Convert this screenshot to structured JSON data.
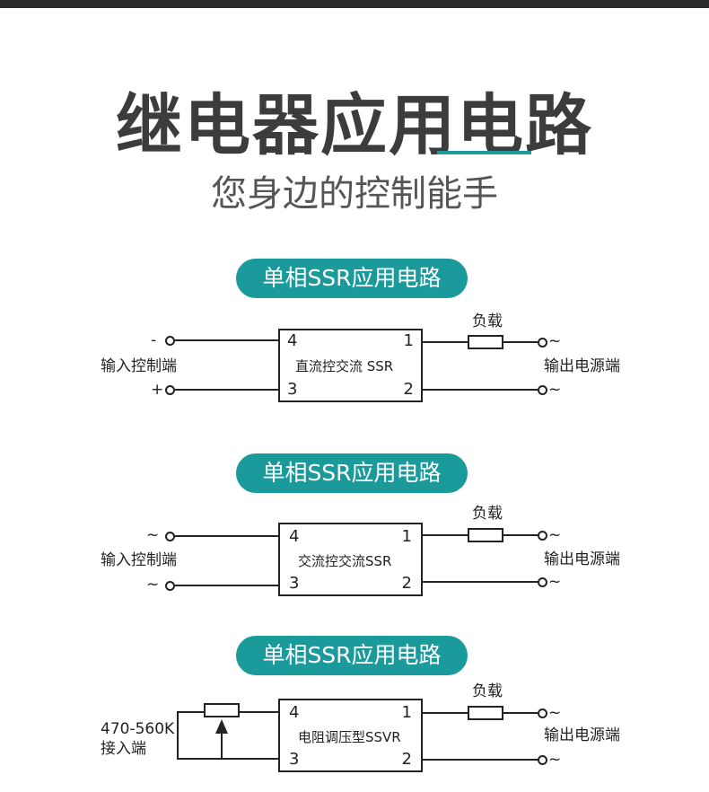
{
  "header": {
    "title": "继电器应用电路",
    "subtitle": "您身边的控制能手",
    "accent_color": "#1a9a9a"
  },
  "circuits": [
    {
      "heading": "单相SSR应用电路",
      "input_label": "输入控制端",
      "input_top": "-",
      "input_bottom": "+",
      "module_label": "直流控交流 SSR",
      "pin_4": "4",
      "pin_1": "1",
      "pin_3": "3",
      "pin_2": "2",
      "load_label": "负载",
      "output_label": "输出电源端",
      "output_top": "~",
      "output_bottom": "~"
    },
    {
      "heading": "单相SSR应用电路",
      "input_label": "输入控制端",
      "input_top": "~",
      "input_bottom": "~",
      "module_label": "交流控交流SSR",
      "pin_4": "4",
      "pin_1": "1",
      "pin_3": "3",
      "pin_2": "2",
      "load_label": "负载",
      "output_label": "输出电源端",
      "output_top": "~",
      "output_bottom": "~"
    },
    {
      "heading": "单相SSR应用电路",
      "input_label_line1": "470-560K",
      "input_label_line2": "接入端",
      "module_label": "电阻调压型SSVR",
      "pin_4": "4",
      "pin_1": "1",
      "pin_3": "3",
      "pin_2": "2",
      "load_label": "负载",
      "output_label": "输出电源端",
      "output_top": "~",
      "output_bottom": "~"
    }
  ]
}
